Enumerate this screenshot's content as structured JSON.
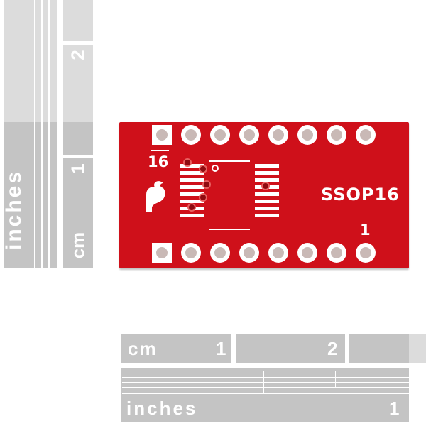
{
  "scene": {
    "description": "SparkFun SSOP16 breakout board on white background with cm/inch rulers",
    "board_color": "#cf101a",
    "ruler_dark": "#c4c4c4",
    "ruler_light": "#dcdcdc"
  },
  "board": {
    "label": "SSOP16",
    "pin_top_label": "16",
    "pin_bottom_label": "1",
    "pins_per_row": 8
  },
  "left_ruler": {
    "inches_label": "inches",
    "cm_label": "cm",
    "cm_marks": [
      "1",
      "2"
    ]
  },
  "bottom_ruler": {
    "cm_label": "cm",
    "cm_marks": [
      "1",
      "2"
    ],
    "inches_label": "inches",
    "inch_mark": "1"
  }
}
